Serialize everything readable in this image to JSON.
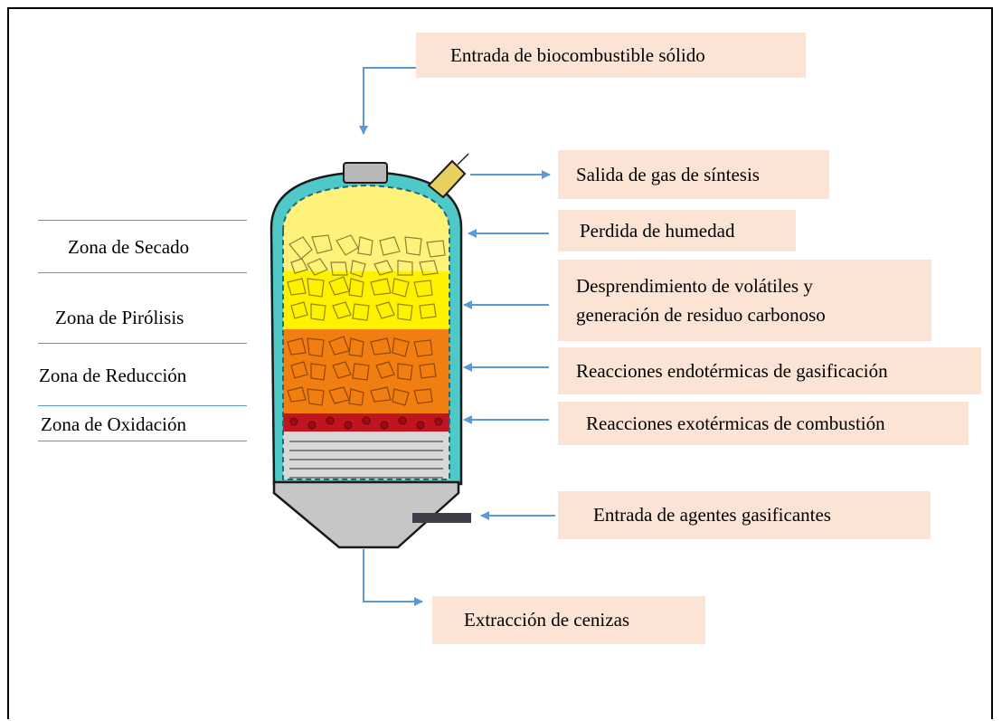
{
  "zones": [
    {
      "label": "Zona de Secado"
    },
    {
      "label": "Zona de Pirólisis"
    },
    {
      "label": "Zona de Reducción"
    },
    {
      "label": "Zona de Oxidación"
    }
  ],
  "callouts": {
    "fuel_input": "Entrada de biocombustible sólido",
    "syngas_output": "Salida de gas de síntesis",
    "moisture_loss": "Perdida de humedad",
    "volatiles_line1": "Desprendimiento de volátiles y",
    "volatiles_line2": "generación de residuo carbonoso",
    "endothermic": "Reacciones endotérmicas de gasificación",
    "exothermic": "Reacciones exotérmicas de combustión",
    "agents_input": "Entrada de agentes gasificantes",
    "ash_extraction": "Extracción de cenizas"
  },
  "colors": {
    "arrow": "#5b9bd5",
    "box_fill": "#fbe4d5",
    "drying": "#fef27a",
    "pyrolysis": "#fef200",
    "reduction": "#f07e10",
    "oxidation": "#c0141e",
    "grate": "#c8c8c8",
    "wall": "#4fc8c8"
  }
}
